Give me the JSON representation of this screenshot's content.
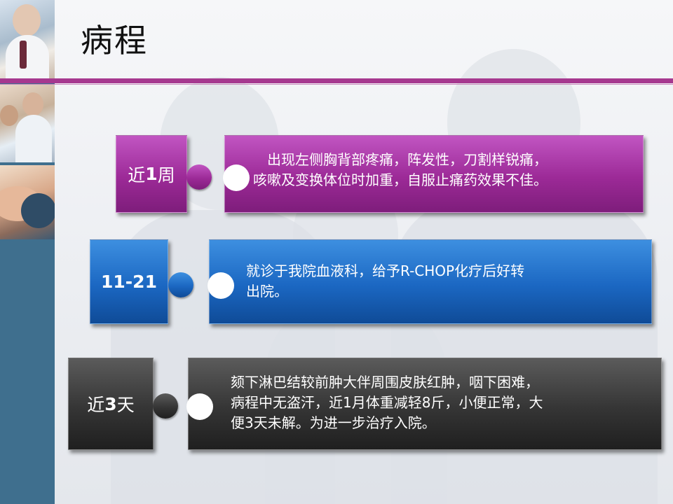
{
  "slide": {
    "title": "病程"
  },
  "timeline": [
    {
      "label_prefix": "近",
      "label_num": "1",
      "label_suffix": "周",
      "text_lines": [
        "出现左侧胸背部疼痛，阵发性，刀割样锐痛，",
        "咳嗽及变换体位时加重，自服止痛药效果不佳。"
      ],
      "color": "#9c2a97"
    },
    {
      "label_prefix": "",
      "label_num": "11-21",
      "label_suffix": "",
      "text_lines": [
        "就诊于我院血液科，给予R-CHOP化疗后好转",
        "出院。"
      ],
      "color": "#1b67c2"
    },
    {
      "label_prefix": "近",
      "label_num": "3",
      "label_suffix": "天",
      "text_lines": [
        "颏下淋巴结较前肿大伴周围皮肤红肿，咽下困难，",
        "病程中无盗汗，近1月体重减轻8斤，小便正常，大",
        "便3天未解。为进一步治疗入院。"
      ],
      "color": "#353535"
    }
  ]
}
